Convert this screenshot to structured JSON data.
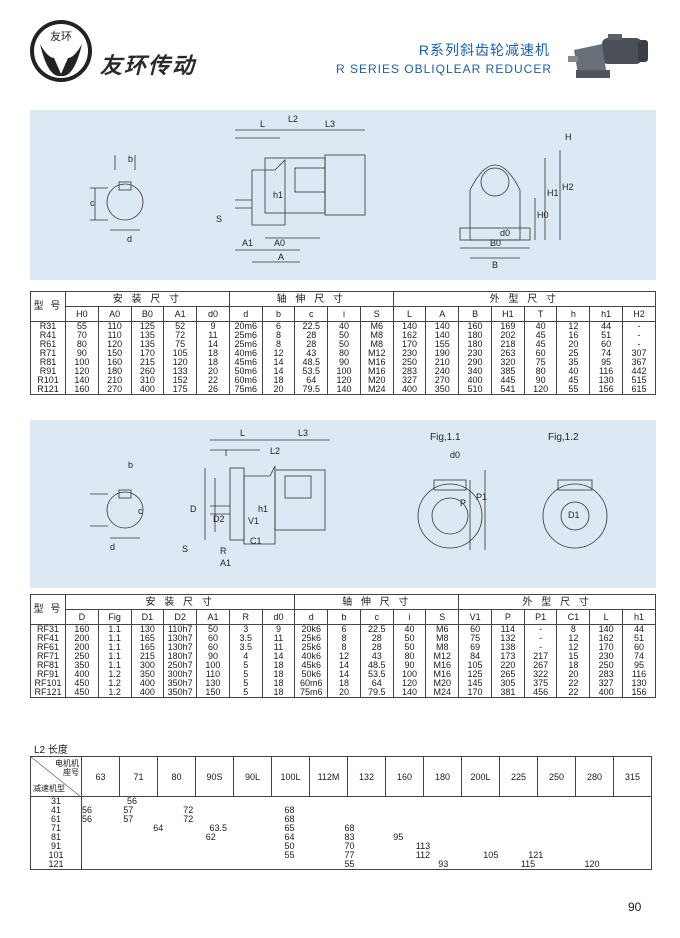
{
  "header": {
    "logo_text": "友环",
    "brand": "友环传动",
    "title_cn": "R系列斜齿轮减速机",
    "title_en": "R SERIES OBLIQLEAR REDUCER"
  },
  "drawing1": {
    "labels": [
      "b",
      "c",
      "d",
      "L",
      "L2",
      "L3",
      "h1",
      "S",
      "A1",
      "A0",
      "A",
      "H",
      "H1",
      "H2",
      "H0",
      "d0",
      "B0",
      "B"
    ]
  },
  "table1": {
    "model_label": "型 号",
    "groups": [
      "安 装 尺 寸",
      "轴 伸 尺 寸",
      "外 型 尺 寸"
    ],
    "columns": [
      "H0",
      "A0",
      "B0",
      "A1",
      "d0",
      "d",
      "b",
      "c",
      "i",
      "S",
      "L",
      "A",
      "B",
      "H1",
      "T",
      "h",
      "h1",
      "H2"
    ],
    "rows": [
      [
        "R31",
        "55",
        "110",
        "125",
        "52",
        "9",
        "20m6",
        "6",
        "22.5",
        "40",
        "M6",
        "140",
        "140",
        "160",
        "169",
        "40",
        "12",
        "44",
        "-"
      ],
      [
        "R41",
        "70",
        "110",
        "135",
        "72",
        "11",
        "25m6",
        "8",
        "28",
        "50",
        "M8",
        "162",
        "140",
        "180",
        "202",
        "45",
        "16",
        "51",
        "-"
      ],
      [
        "R61",
        "80",
        "120",
        "135",
        "75",
        "14",
        "25m6",
        "8",
        "28",
        "50",
        "M8",
        "170",
        "155",
        "180",
        "218",
        "45",
        "20",
        "60",
        "-"
      ],
      [
        "R71",
        "90",
        "150",
        "170",
        "105",
        "18",
        "40m6",
        "12",
        "43",
        "80",
        "M12",
        "230",
        "190",
        "230",
        "263",
        "60",
        "25",
        "74",
        "307"
      ],
      [
        "R81",
        "100",
        "160",
        "215",
        "120",
        "18",
        "45m6",
        "14",
        "48.5",
        "90",
        "M16",
        "250",
        "210",
        "290",
        "320",
        "75",
        "35",
        "95",
        "367"
      ],
      [
        "R91",
        "120",
        "180",
        "260",
        "133",
        "20",
        "50m6",
        "14",
        "53.5",
        "100",
        "M16",
        "283",
        "240",
        "340",
        "385",
        "80",
        "40",
        "116",
        "442"
      ],
      [
        "R101",
        "140",
        "210",
        "310",
        "152",
        "22",
        "60m6",
        "18",
        "64",
        "120",
        "M20",
        "327",
        "270",
        "400",
        "445",
        "90",
        "45",
        "130",
        "515"
      ],
      [
        "R121",
        "160",
        "270",
        "400",
        "175",
        "26",
        "75m6",
        "20",
        "79.5",
        "140",
        "M24",
        "400",
        "350",
        "510",
        "541",
        "120",
        "55",
        "156",
        "615"
      ]
    ]
  },
  "drawing2": {
    "fig1": "Fig,1.1",
    "fig2": "Fig,1.2",
    "labels": [
      "b",
      "c",
      "d",
      "L",
      "L2",
      "L3",
      "l",
      "D",
      "D2",
      "V1",
      "h1",
      "S",
      "R",
      "C1",
      "A1",
      "d0",
      "P",
      "P1",
      "D1"
    ]
  },
  "table2": {
    "model_label": "型 号",
    "groups": [
      "安 装 尺 寸",
      "轴 伸 尺 寸",
      "外 型 尺 寸"
    ],
    "columns": [
      "D",
      "Fig",
      "D1",
      "D2",
      "A1",
      "R",
      "d0",
      "d",
      "b",
      "c",
      "i",
      "S",
      "V1",
      "P",
      "P1",
      "C1",
      "L",
      "h1"
    ],
    "rows": [
      [
        "RF31",
        "160",
        "1.1",
        "130",
        "110h7",
        "50",
        "3",
        "9",
        "20k6",
        "6",
        "22.5",
        "40",
        "M6",
        "60",
        "114",
        "-",
        "8",
        "140",
        "44"
      ],
      [
        "RF41",
        "200",
        "1.1",
        "165",
        "130h7",
        "60",
        "3.5",
        "11",
        "25k6",
        "8",
        "28",
        "50",
        "M8",
        "75",
        "132",
        "-",
        "12",
        "162",
        "51"
      ],
      [
        "RF61",
        "200",
        "1.1",
        "165",
        "130h7",
        "60",
        "3.5",
        "11",
        "25k6",
        "8",
        "28",
        "50",
        "M8",
        "69",
        "138",
        "-",
        "12",
        "170",
        "60"
      ],
      [
        "RF71",
        "250",
        "1.1",
        "215",
        "180h7",
        "90",
        "4",
        "14",
        "40k6",
        "12",
        "43",
        "80",
        "M12",
        "84",
        "173",
        "217",
        "15",
        "230",
        "74"
      ],
      [
        "RF81",
        "350",
        "1.1",
        "300",
        "250h7",
        "100",
        "5",
        "18",
        "45k6",
        "14",
        "48.5",
        "90",
        "M16",
        "105",
        "220",
        "267",
        "18",
        "250",
        "95"
      ],
      [
        "RF91",
        "400",
        "1.2",
        "350",
        "300h7",
        "110",
        "5",
        "18",
        "50k6",
        "14",
        "53.5",
        "100",
        "M16",
        "125",
        "265",
        "322",
        "20",
        "283",
        "116"
      ],
      [
        "RF101",
        "450",
        "1.2",
        "400",
        "350h7",
        "130",
        "5",
        "18",
        "60m6",
        "18",
        "64",
        "120",
        "M20",
        "145",
        "305",
        "375",
        "22",
        "327",
        "130"
      ],
      [
        "RF121",
        "450",
        "1.2",
        "400",
        "350h7",
        "150",
        "5",
        "18",
        "75m6",
        "20",
        "79.5",
        "140",
        "M24",
        "170",
        "381",
        "456",
        "22",
        "400",
        "156"
      ]
    ]
  },
  "table3": {
    "title": "L2    长度",
    "head_top": "电机机座号",
    "head_bottom": "减速机型",
    "columns": [
      "63",
      "71",
      "80",
      "90S",
      "90L",
      "100L",
      "112M",
      "132",
      "160",
      "180",
      "200L",
      "225",
      "250",
      "280",
      "315"
    ],
    "rows": [
      {
        "model": "31",
        "cells": [
          {
            "pos": 0.9,
            "v": "56"
          }
        ]
      },
      {
        "model": "41",
        "cells": [
          {
            "pos": -0.6,
            "v": "56"
          },
          {
            "pos": 0.8,
            "v": "57"
          },
          {
            "pos": 2.4,
            "v": "72"
          },
          {
            "pos": 5.1,
            "v": "68"
          }
        ]
      },
      {
        "model": "61",
        "cells": [
          {
            "pos": -0.6,
            "v": "56"
          },
          {
            "pos": 0.8,
            "v": "57"
          },
          {
            "pos": 2.4,
            "v": "72"
          },
          {
            "pos": 5.1,
            "v": "68"
          }
        ]
      },
      {
        "model": "71",
        "cells": [
          {
            "pos": 1.6,
            "v": "64"
          },
          {
            "pos": 3.1,
            "v": "63.5"
          },
          {
            "pos": 5.1,
            "v": "65"
          },
          {
            "pos": 6.7,
            "v": "68"
          }
        ]
      },
      {
        "model": "81",
        "cells": [
          {
            "pos": 3.0,
            "v": "62"
          },
          {
            "pos": 5.1,
            "v": "64"
          },
          {
            "pos": 6.7,
            "v": "83"
          },
          {
            "pos": 8.0,
            "v": "95"
          }
        ]
      },
      {
        "model": "91",
        "cells": [
          {
            "pos": 5.1,
            "v": "50"
          },
          {
            "pos": 6.7,
            "v": "70"
          },
          {
            "pos": 8.6,
            "v": "113"
          }
        ]
      },
      {
        "model": "101",
        "cells": [
          {
            "pos": 5.1,
            "v": "55"
          },
          {
            "pos": 6.7,
            "v": "77"
          },
          {
            "pos": 8.6,
            "v": "112"
          },
          {
            "pos": 10.4,
            "v": "105"
          },
          {
            "pos": 11.6,
            "v": "121"
          }
        ]
      },
      {
        "model": "121",
        "cells": [
          {
            "pos": 6.7,
            "v": "55"
          },
          {
            "pos": 9.2,
            "v": "93"
          },
          {
            "pos": 11.4,
            "v": "115"
          },
          {
            "pos": 13.1,
            "v": "120"
          }
        ]
      }
    ]
  },
  "page_number": "90",
  "colors": {
    "panel": "#dce8f4",
    "accent": "#1a5fb0"
  }
}
